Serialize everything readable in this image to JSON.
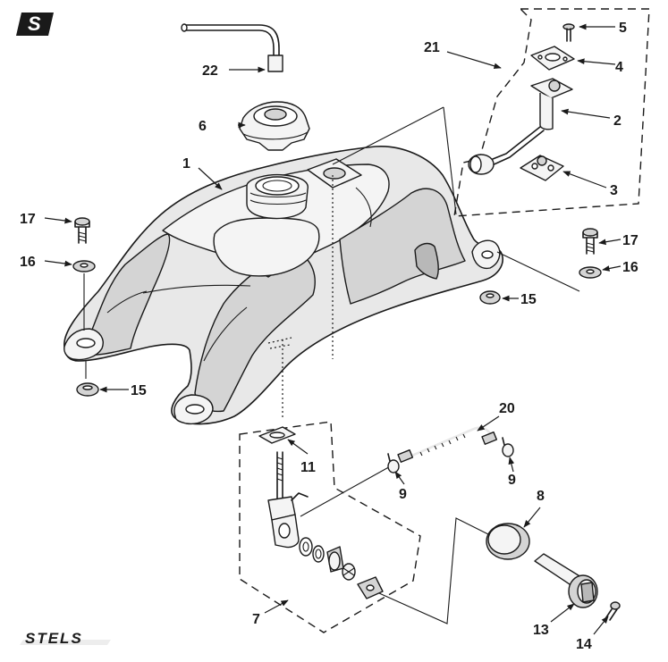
{
  "brand": {
    "logo_letter": "S",
    "wordmark": "STELS"
  },
  "callouts": [
    {
      "id": "c1",
      "label": "1"
    },
    {
      "id": "c2",
      "label": "2"
    },
    {
      "id": "c3",
      "label": "3"
    },
    {
      "id": "c4",
      "label": "4"
    },
    {
      "id": "c5",
      "label": "5"
    },
    {
      "id": "c6",
      "label": "6"
    },
    {
      "id": "c7",
      "label": "7"
    },
    {
      "id": "c8",
      "label": "8"
    },
    {
      "id": "c9a",
      "label": "9"
    },
    {
      "id": "c9b",
      "label": "9"
    },
    {
      "id": "c11",
      "label": "11"
    },
    {
      "id": "c13",
      "label": "13"
    },
    {
      "id": "c14",
      "label": "14"
    },
    {
      "id": "c15a",
      "label": "15"
    },
    {
      "id": "c15b",
      "label": "15"
    },
    {
      "id": "c16a",
      "label": "16"
    },
    {
      "id": "c16b",
      "label": "16"
    },
    {
      "id": "c17a",
      "label": "17"
    },
    {
      "id": "c17b",
      "label": "17"
    },
    {
      "id": "c20",
      "label": "20"
    },
    {
      "id": "c21",
      "label": "21"
    },
    {
      "id": "c22",
      "label": "22"
    }
  ]
}
